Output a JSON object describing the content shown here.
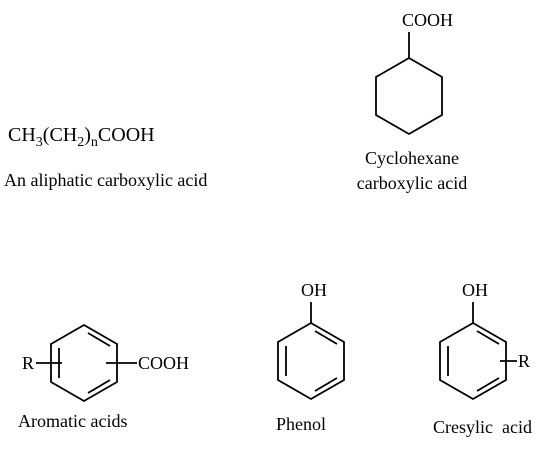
{
  "aliphatic": {
    "formula_parts": [
      "CH",
      "3",
      "(CH",
      "2",
      ")",
      "n",
      "COOH"
    ],
    "caption": "An aliphatic carboxylic acid"
  },
  "cyclohexane": {
    "group": "COOH",
    "caption_line1": "Cyclohexane",
    "caption_line2": "carboxylic acid"
  },
  "aromatic": {
    "left_group": "R",
    "right_group": "COOH",
    "caption": "Aromatic acids"
  },
  "phenol": {
    "group": "OH",
    "caption": "Phenol"
  },
  "cresylic": {
    "top_group": "OH",
    "side_group": "R",
    "caption": "Cresylic  acid"
  }
}
